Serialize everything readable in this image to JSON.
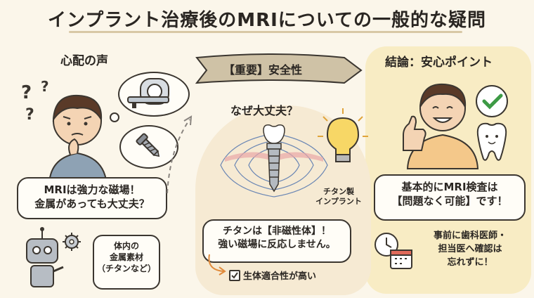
{
  "title": "インプラント治療後のMRIについての一般的な疑問",
  "left": {
    "heading": "心配の声",
    "worry_bubble": {
      "line1": "MRIは強力な磁場！",
      "line2": "金属があっても大丈夫？"
    },
    "robot_bubble": {
      "line1": "体内の",
      "line2": "金属素材",
      "line3": "（チタンなど）"
    }
  },
  "middle": {
    "banner": "【重要】安全性",
    "question": "なぜ大丈夫？",
    "implant_label": {
      "line1": "チタン製",
      "line2": "インプラント"
    },
    "main_bubble": {
      "line1": "チタンは【非磁性体】！",
      "line2": "強い磁場に反応しません。"
    },
    "check_text": "生体適合性が高い"
  },
  "right": {
    "heading": "結論：安心ポイント",
    "conclusion": {
      "line1": "基本的にMRI検査は",
      "line2": "【問題なく可能】です！"
    },
    "note": {
      "line1": "事前に歯科医師・",
      "line2": "担当医へ確認は",
      "line3": "忘れずに！"
    }
  },
  "colors": {
    "background": "#fbf6ea",
    "accent_yellow": "#f8ecc4",
    "check_green": "#3d9a45",
    "field_red": "#e07070"
  }
}
